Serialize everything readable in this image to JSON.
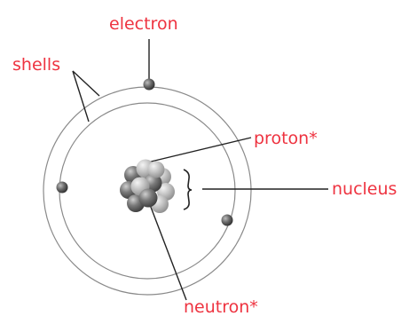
{
  "labels": {
    "electron": "electron",
    "shells": "shells",
    "proton": "proton*",
    "nucleus": "nucleus",
    "neutron": "neutron*"
  },
  "colors": {
    "label": "#ee3340",
    "lines": "#222222",
    "shell": "#8a8a8a"
  }
}
